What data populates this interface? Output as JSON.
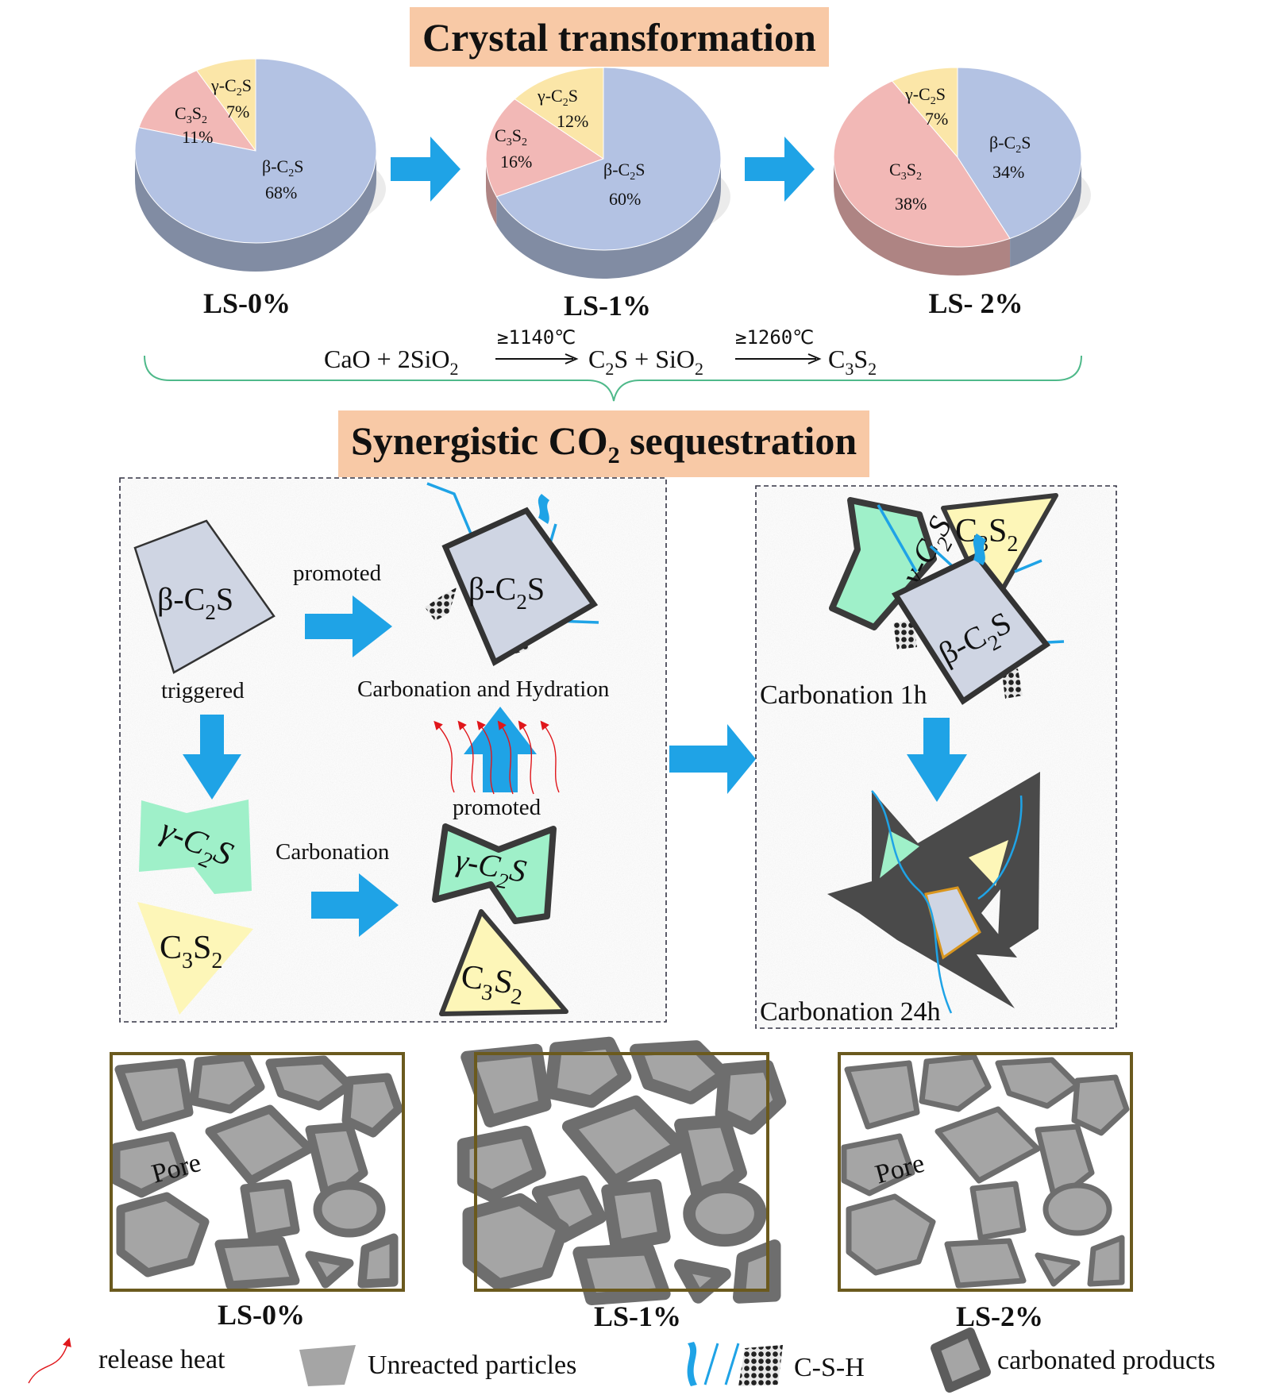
{
  "titles": {
    "crystal": "Crystal transformation",
    "synergy_pre": "Synergistic CO",
    "synergy_sub": "2",
    "synergy_post": " sequestration"
  },
  "chart_data": [
    {
      "type": "pie",
      "title": "LS-0%",
      "slices": [
        {
          "label": "β-C2S",
          "value": 68,
          "text": "68%",
          "color": "#b3c2e3"
        },
        {
          "label": "C3S2",
          "value": 11,
          "text": "11%",
          "color": "#f2b8b6"
        },
        {
          "label": "γ-C2S",
          "value": 7,
          "text": "7%",
          "color": "#fbe6a8"
        }
      ]
    },
    {
      "type": "pie",
      "title": "LS-1%",
      "slices": [
        {
          "label": "β-C2S",
          "value": 60,
          "text": "60%",
          "color": "#b3c2e3"
        },
        {
          "label": "C3S2",
          "value": 16,
          "text": "16%",
          "color": "#f2b8b6"
        },
        {
          "label": "γ-C2S",
          "value": 12,
          "text": "12%",
          "color": "#fbe6a8"
        }
      ]
    },
    {
      "type": "pie",
      "title": "LS- 2%",
      "slices": [
        {
          "label": "β-C2S",
          "value": 34,
          "text": "34%",
          "color": "#b3c2e3"
        },
        {
          "label": "C3S2",
          "value": 38,
          "text": "38%",
          "color": "#f2b8b6"
        },
        {
          "label": "γ-C2S",
          "value": 7,
          "text": "7%",
          "color": "#fbe6a8"
        }
      ]
    }
  ],
  "equation": {
    "cao": "CaO + 2SiO",
    "two": "2",
    "temp1": "≥1140℃",
    "c2s": "C",
    "c2s_sub": "2",
    "c2s_post": "S + SiO",
    "sio2_sub": "2",
    "temp2": "≥1260℃",
    "c3s2": "C",
    "c3s2_sub1": "3",
    "c3s2_mid": "S",
    "c3s2_sub2": "2"
  },
  "phases": {
    "beta": "β-C",
    "beta_sub": "2",
    "beta_post": "S",
    "gamma": "γ-C",
    "gamma_sub": "2",
    "gamma_post": "S",
    "c3s2": "C",
    "c3s2_sub1": "3",
    "c3s2_mid": "S",
    "c3s2_sub2": "2"
  },
  "mechanism": {
    "promoted_top": "promoted",
    "triggered": "triggered",
    "carb_hyd": "Carbonation and Hydration",
    "promoted_mid": "promoted",
    "carbonation": "Carbonation",
    "carb_1h": "Carbonation 1h",
    "carb_24h": "Carbonation 24h"
  },
  "microstructure": {
    "panels": [
      {
        "label": "LS-0%",
        "pore": "Pore"
      },
      {
        "label": "LS-1%"
      },
      {
        "label": "LS-2%",
        "pore": "Pore"
      }
    ]
  },
  "legend": {
    "heat": "release heat",
    "unreacted": "Unreacted particles",
    "csh": "C-S-H",
    "carbonated": "carbonated products"
  },
  "colors": {
    "header_bg": "#f8c9a6",
    "arrow": "#1fa3e6",
    "beta": "#b3c2e3",
    "c3s2": "#f2b8b6",
    "gamma": "#fbe6a8",
    "gamma_green": "#9ff0c9",
    "c3s2_yellow": "#fdf6b8",
    "product_dark": "#4a4a4a",
    "particle_gray": "#a5a5a5",
    "frame_brown": "#6b5a1e"
  }
}
